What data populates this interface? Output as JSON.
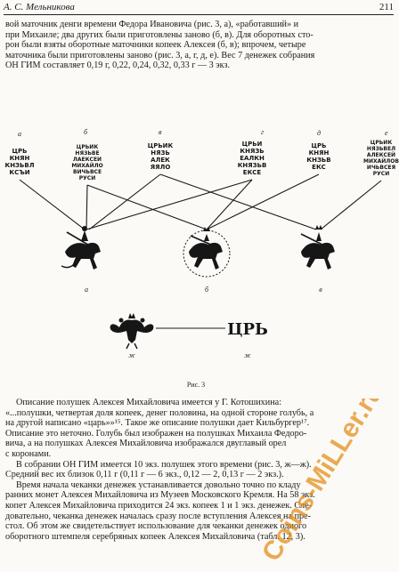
{
  "header": {
    "running_title": "А. С. Мельникова",
    "page_number": "211"
  },
  "top_paragraph": [
    "вой маточник денги времени Федора Ивановича (рис. 3, а), «работавший» и",
    "при Михаиле; два других были приготовлены заново (б, в). Для оборотных сто-",
    "рон были взяты оборотные маточники копеек Алексея (б, в); впрочем, четыре",
    "маточника были приготовлены заново (рис. 3, а, г, д, е). Вес 7 денежек собрания",
    "ОН ГИМ составляет 0,19 г, 0,22, 0,24, 0,32, 0,33 г — 3 экз."
  ],
  "figure": {
    "top_letters": [
      "а",
      "б",
      "в",
      "г",
      "д",
      "е"
    ],
    "inscriptions": [
      [
        "ЦРЬ",
        "КНЯН",
        "КНЗЬВЛ",
        "КСЪИ"
      ],
      [
        "ЦРЬИК",
        "НЯЗЬВЕ",
        "ЛАЕКСЕИ",
        "МИХАЙЛО",
        "ВИЧЬВСЕ",
        "РУСИ"
      ],
      [
        "ЦРЬИК",
        "НЯЗЬ",
        "АЛЕК",
        "ЯЯЛО"
      ],
      [
        "ЦРЬИ",
        "КНЯЗЬ",
        "ЕАЛКН",
        "КНЯЗЬВ",
        "ЕКСЕ"
      ],
      [
        "ЦРЬ",
        "КНЯН",
        "КНЗЬВ",
        "ЕКС"
      ],
      [
        "ЦРЬИК",
        "НЯЗЬВЕЛ",
        "АЛЕКСЕЙ",
        "МИХАЙЛОВ",
        "ИЧЬВСЕЯ",
        "РУСИ"
      ]
    ],
    "bottom_letters": [
      "а",
      "б",
      "в"
    ],
    "lower_word": "ЦРЬ",
    "lower_letters": [
      "ж",
      "ж"
    ],
    "caption": "Рис. 3"
  },
  "bottom_paragraph": [
    "Описание полушек Алексея Михайловича имеется у Г. Котошихина:",
    "«...полушки, четвертая доля копеек, денег половина, на одной стороне голубь, а",
    "на другой написано «царь»»¹⁵. Такое же описание полушки дает Кильбургер¹⁷.",
    "Описание это неточно. Голубь был изображен на полушках Михаила Федоро-",
    "вича, а на полушках Алексея Михайловича изображался двуглавый орел",
    "с коронами.",
    "В собрании ОН ГИМ имеется 10 экз. полушек этого времени (рис. 3, ж—ж).",
    "Средний вес их близок 0,11 г (0,11 г — 6 экз., 0,12 — 2, 0,13 г — 2 экз.).",
    "Время начала чеканки денежек устанавливается довольно точно по кладу",
    "ранних монет Алексея Михайловича из Музеев Московского Кремля. На 58 экз.",
    "копет Алексея Михайловича приходится 24 экз. копеек 1 и 1 экз. денежек. Сле-",
    "довательно, чеканка денежек началась сразу после вступления Алексея на пре-",
    "стол. Об этом же свидетельствует использование для чеканки денежек одного",
    "оборотного штемпеля серебряных копеек Алексея Михайловича (табл. 12, 3)."
  ],
  "watermark": {
    "text": "Coins-MiLLer.ru",
    "color": "#e38a12"
  }
}
